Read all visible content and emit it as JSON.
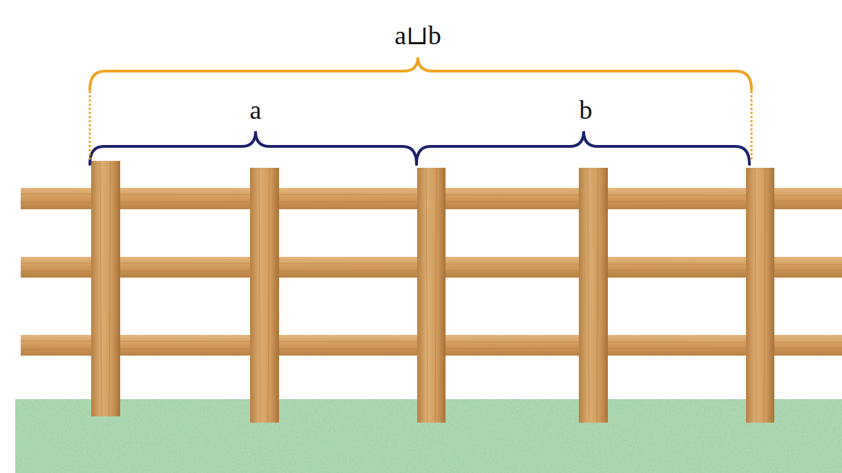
{
  "diagram": {
    "labels": [
      "a⊔b",
      "a",
      "b"
    ]
  }
}
